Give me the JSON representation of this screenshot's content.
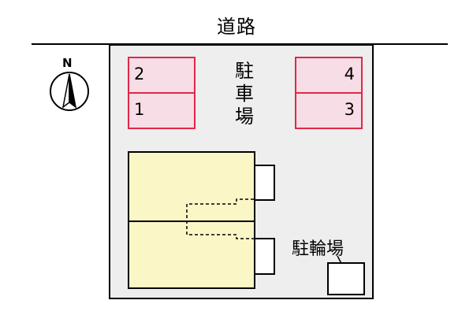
{
  "road": {
    "label": "道路"
  },
  "parking": {
    "label": "駐車場",
    "label_chars": [
      "駐",
      "車",
      "場"
    ],
    "slots": [
      {
        "id": "2",
        "label": "2"
      },
      {
        "id": "1",
        "label": "1"
      },
      {
        "id": "4",
        "label": "4"
      },
      {
        "id": "3",
        "label": "3"
      }
    ]
  },
  "bicycle_parking": {
    "label": "駐輪場"
  },
  "compass": {
    "north": "N"
  },
  "colors": {
    "slot_fill": "#f7dde6",
    "slot_border": "#e0284a",
    "building_fill": "#fbf6c5",
    "lot_fill": "#eeeeee"
  }
}
